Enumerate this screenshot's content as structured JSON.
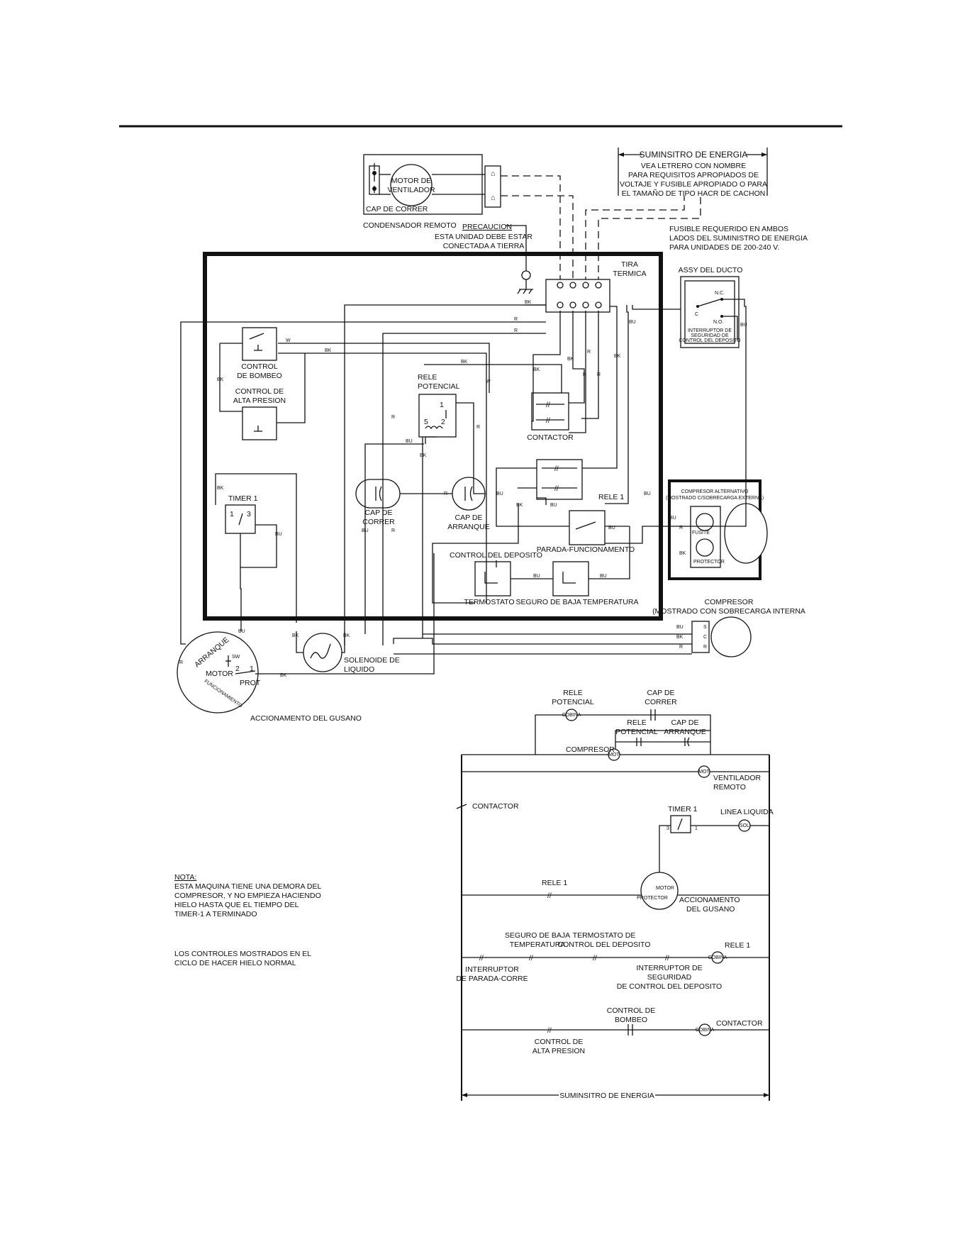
{
  "power": {
    "supply_title": "SUMINSITRO DE ENERGIA",
    "supply_note": [
      "VEA LETRERO CON NOMBRE",
      "PARA REQUISITOS APROPIADOS DE",
      "VOLTAJE Y FUSIBLE APROPIADO O PARA",
      "EL TAMAÑO DE TIPO HACR DE CACHON"
    ],
    "fuse_note": [
      "FUSIBLE REQUERIDO EN AMBOS",
      "LADOS DEL SUMINISTRO DE ENERGIA",
      "PARA UNIDADES DE 200-240 V."
    ],
    "caution_title": "PRECAUCION",
    "caution_text": [
      "ESTA UNIDAD DEBE ESTAR",
      "CONECTADA A TIERRA"
    ]
  },
  "condenser": {
    "motor": [
      "MOTOR DE",
      "VENTILADOR"
    ],
    "cap": "CAP DE CORRER",
    "label": "CONDENSADOR REMOTO"
  },
  "components": {
    "tira_termica": [
      "TIRA",
      "TERMICA"
    ],
    "assy_ducto": "ASSY DEL DUCTO",
    "nc": "N.C.",
    "no": "N.O.",
    "c": "C",
    "interruptor_ducto": [
      "INTERRUPTOR DE",
      "SEGURIDAD DE",
      "CONTROL DEL DEPOSITO"
    ],
    "control_bombeo": [
      "CONTROL",
      "DE BOMBEO"
    ],
    "control_alta": [
      "CONTROL DE",
      "ALTA PRESION"
    ],
    "rele_potencial": [
      "RELE",
      "POTENCIAL"
    ],
    "contactor": "CONTACTOR",
    "rele1": "RELE 1",
    "timer1": "TIMER 1",
    "cap_correr": [
      "CAP DE",
      "CORRER"
    ],
    "cap_arranque": [
      "CAP DE",
      "ARRANQUE"
    ],
    "parada": "PARADA-FUNCIONAMENTO",
    "control_deposito": "CONTROL DEL DEPOSITO",
    "termostato": "TERMOSTATO",
    "seguro_baja": "SEGURO DE BAJA TEMPERATURA",
    "comp_alt": [
      "COMPRESOR ALTERNATIVO",
      "(MOSTRADO C/SOBRECARGA EXTERNA)"
    ],
    "fusite": "FUSITE",
    "protector": "PROTECTOR",
    "compresor": [
      "COMPRESOR",
      "(MOSTRADO CON SOBRECARGA INTERNA"
    ],
    "solenoide": [
      "SOLENOIDE DE",
      "LIQUIDO"
    ],
    "arranque": "ARRANQUE",
    "motor": "MOTOR",
    "funcionamiento": "FUNCIONAMIENTO",
    "sw": "SW",
    "prot": "PROT",
    "accionamiento": "ACCIONAMENTO DEL GUSANO",
    "pin1": "1",
    "pin2": "2",
    "pin3": "3",
    "pin5": "5",
    "s": "S",
    "cc": "C",
    "r": "R"
  },
  "wires": {
    "bk": "BK",
    "r": "R",
    "w": "W",
    "bu": "BU"
  },
  "ladder": {
    "rele_potencial": [
      "RELE",
      "POTENCIAL"
    ],
    "cap_correr": [
      "CAP DE",
      "CORRER"
    ],
    "rele_potencial2": [
      "RELE",
      "POTENCIAL"
    ],
    "cap_arranque": [
      "CAP DE",
      "ARRANQUE"
    ],
    "compresor": "COMPRESOR",
    "ventilador": [
      "VENTILADOR",
      "REMOTO"
    ],
    "contactor": "CONTACTOR",
    "timer1": "TIMER 1",
    "linea": "LINEA LIQUIDA",
    "rele1": "RELE 1",
    "accionamiento": [
      "ACCIONAMENTO",
      "DEL GUSANO"
    ],
    "seguro": [
      "SEGURO DE BAJA",
      "TEMPERATURA"
    ],
    "termostato": [
      "TERMOSTATO DE",
      "CONTROL DEL DEPOSITO"
    ],
    "rele1b": "RELE 1",
    "interruptor_parada": [
      "INTERRUPTOR",
      "DE PARADA-CORRE"
    ],
    "interruptor_seg": [
      "INTERRUPTOR DE",
      "SEGURIDAD",
      "DE CONTROL DEL DEPOSITO"
    ],
    "control_bombeo": [
      "CONTROL DE",
      "BOMBEO"
    ],
    "contactor2": "CONTACTOR",
    "control_alta": [
      "CONTROL DE",
      "ALTA PRESION"
    ],
    "suministro": "SUMINSITRO DE ENERGIA",
    "coil": "COBINA",
    "mot": "MOT",
    "sol": "SOL",
    "motor": "MOTOR",
    "protector": "PROTECTOR"
  },
  "notes": {
    "nota_title": "NOTA:",
    "nota": [
      "ESTA MAQUINA TIENE UNA DEMORA DEL",
      "COMPRESOR, Y NO EMPIEZA HACIENDO",
      "HIELO HASTA QUE EL TIEMPO DEL",
      "TIMER-1 A TERMINADO"
    ],
    "controles": [
      "LOS CONTROLES MOSTRADOS EN EL",
      "CICLO DE HACER HIELO NORMAL"
    ]
  }
}
